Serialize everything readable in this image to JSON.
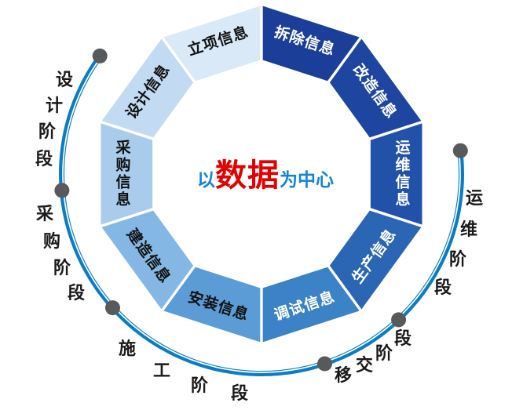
{
  "center": {
    "prefix": "以",
    "emphasis": "数据",
    "suffix": "为中心",
    "normal_color": "#1583D8",
    "emphasis_color": "#E30000"
  },
  "ring_segments": [
    {
      "label": "拆除信息",
      "fill": "#1B3E99",
      "text_color": "#FFFFFF"
    },
    {
      "label": "改造信息",
      "fill": "#1E45A0",
      "text_color": "#FFFFFF"
    },
    {
      "label": "运维信息",
      "fill": "#2151A9",
      "text_color": "#FFFFFF"
    },
    {
      "label": "生产信息",
      "fill": "#2A66B4",
      "text_color": "#FFFFFF"
    },
    {
      "label": "调试信息",
      "fill": "#3C82C6",
      "text_color": "#FFFFFF"
    },
    {
      "label": "安装信息",
      "fill": "#5C9CD6",
      "text_color": "#111111"
    },
    {
      "label": "建造信息",
      "fill": "#84B7E3",
      "text_color": "#111111"
    },
    {
      "label": "采购信息",
      "fill": "#A9CBEC",
      "text_color": "#111111"
    },
    {
      "label": "设计信息",
      "fill": "#C2DAF2",
      "text_color": "#111111"
    },
    {
      "label": "立项信息",
      "fill": "#D9E9F8",
      "text_color": "#111111"
    }
  ],
  "phase_labels": [
    {
      "label": "设计阶段"
    },
    {
      "label": "采购阶段"
    },
    {
      "label": "施工阶段"
    },
    {
      "label": "移交阶段"
    },
    {
      "label": "运维阶段"
    }
  ],
  "colors": {
    "arc": "#0C7DC4",
    "arc_inner_stripe": "#FFFFFF",
    "dot": "#58595B",
    "phase_text": "#1A1A1A"
  }
}
